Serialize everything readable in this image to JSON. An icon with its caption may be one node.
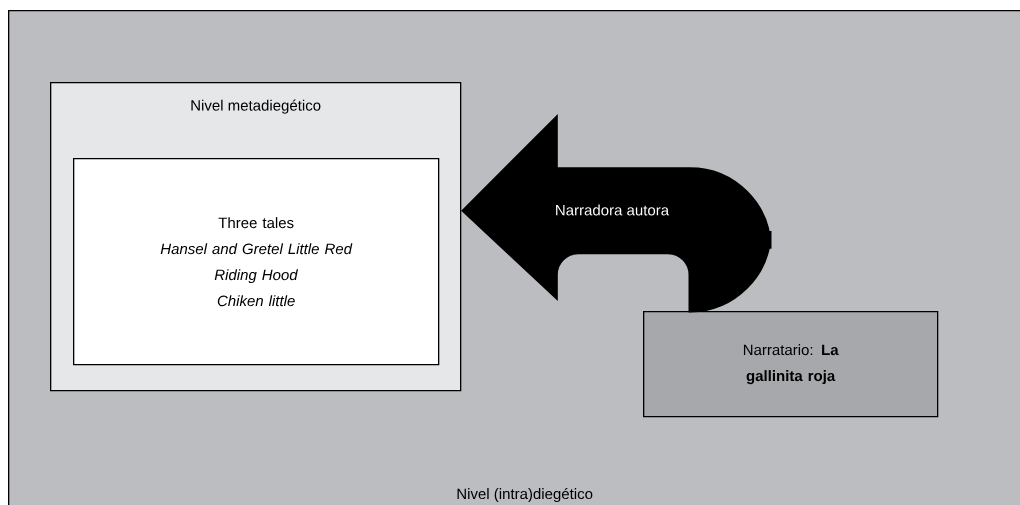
{
  "diagram": {
    "nodes": [
      {
        "text": [
          "Nivel (intra)diegético"
        ]
      },
      {
        "text": [
          "Nivel metadiegético"
        ],
        "in": 0
      },
      {
        "text": [
          "Three tales",
          "*Hansel and Gretel Little Red Riding Hood*",
          "*Chiken little*"
        ],
        "in": 1
      },
      {
        "text": [
          "Narratario: **La gallinita roja**"
        ],
        "in": 0
      }
    ],
    "edges": [
      {
        "from": 3,
        "to": 1,
        "arrow": "to",
        "label": "Narradora autora",
        "style": "thick"
      }
    ]
  }
}
